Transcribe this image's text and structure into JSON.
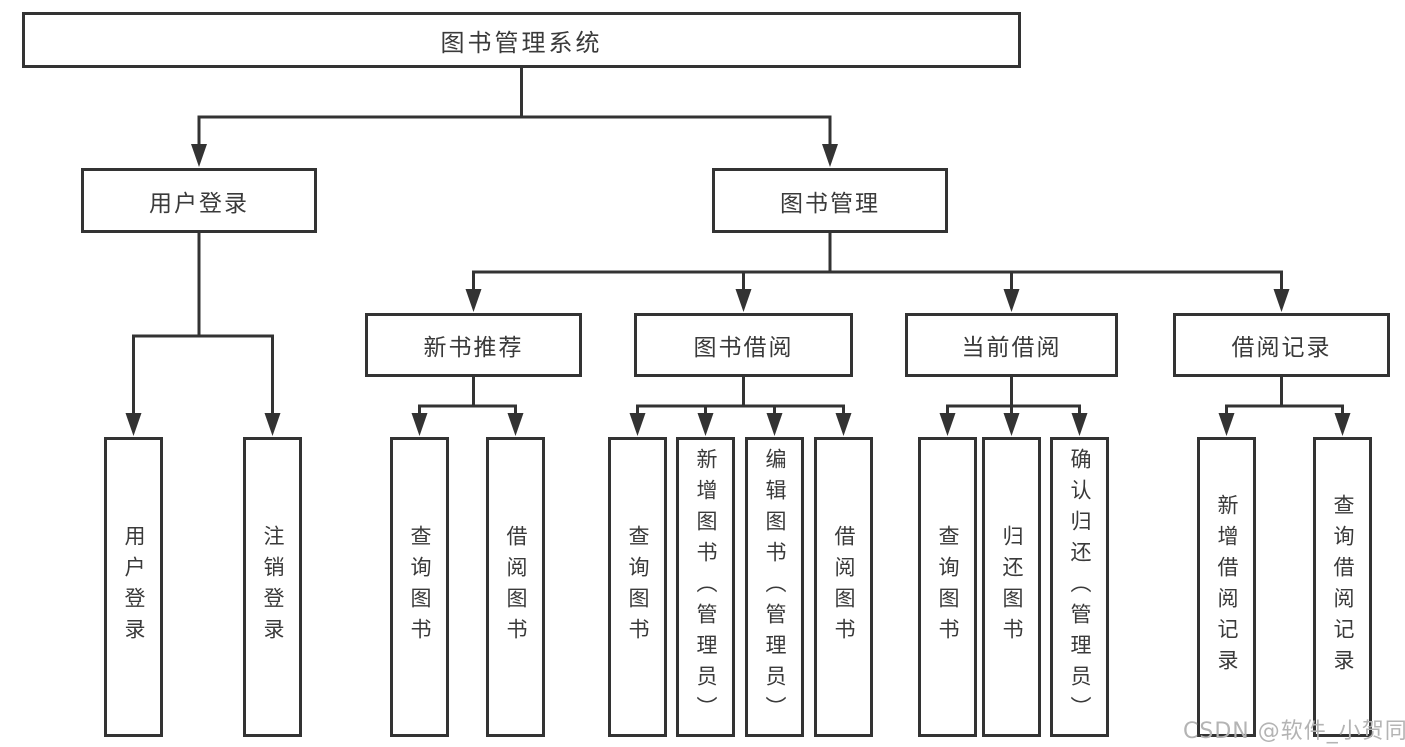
{
  "diagram": {
    "title": "图书管理系统",
    "root": "图书管理系统",
    "level2": [
      "用户登录",
      "图书管理"
    ],
    "level3": [
      "新书推荐",
      "图书借阅",
      "当前借阅",
      "借阅记录"
    ],
    "user_login_children": [
      "用户登录",
      "注销登录"
    ],
    "new_book_children": [
      "查询图书",
      "借阅图书"
    ],
    "book_borrow_children": [
      "查询图书",
      "新增图书（管理员）",
      "编辑图书（管理员）",
      "借阅图书"
    ],
    "current_borrow_children": [
      "查询图书",
      "归还图书",
      "确认归还（管理员）"
    ],
    "record_children": [
      "新增借阅记录",
      "查询借阅记录"
    ]
  },
  "watermark": "CSDN @软件_小贺同学",
  "colors": {
    "line": "#333333",
    "box_border": "#333333",
    "text": "#3a3a3a",
    "watermark": "#b4b4b4",
    "background": "#ffffff"
  }
}
